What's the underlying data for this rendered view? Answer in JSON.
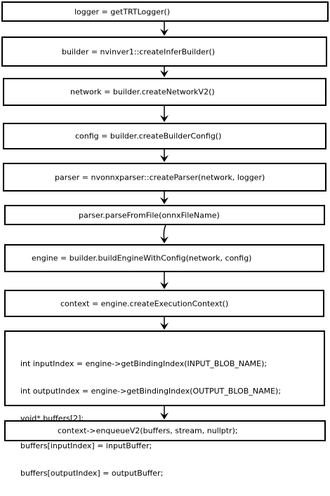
{
  "steps": [
    {
      "id": "logger",
      "text": "logger = getTRTLogger()"
    },
    {
      "id": "builder",
      "text": "builder = nvinver1::createInferBuilder()"
    },
    {
      "id": "network",
      "text": "network = builder.createNetworkV2()"
    },
    {
      "id": "config",
      "text": "config = builder.createBuilderConfig()"
    },
    {
      "id": "parser",
      "text": "parser = nvonnxparser::createParser(network, logger)"
    },
    {
      "id": "parse",
      "text": "parser.parseFromFile(onnxFileName)"
    },
    {
      "id": "engine",
      "text": "engine = builder.buildEngineWithConfig(network, config)"
    },
    {
      "id": "context",
      "text": "context = engine.createExecutionContext()"
    },
    {
      "id": "bindings",
      "lines": [
        "int inputIndex = engine->getBindingIndex(INPUT_BLOB_NAME);",
        "int outputIndex = engine->getBindingIndex(OUTPUT_BLOB_NAME);",
        "void* buffers[2];",
        "buffers[inputIndex] = inputBuffer;",
        "buffers[outputIndex] = outputBuffer;"
      ]
    },
    {
      "id": "enqueue",
      "text": "context->enqueueV2(buffers, stream, nullptr);"
    }
  ],
  "colors": {
    "stroke": "#000000",
    "background": "#ffffff"
  }
}
